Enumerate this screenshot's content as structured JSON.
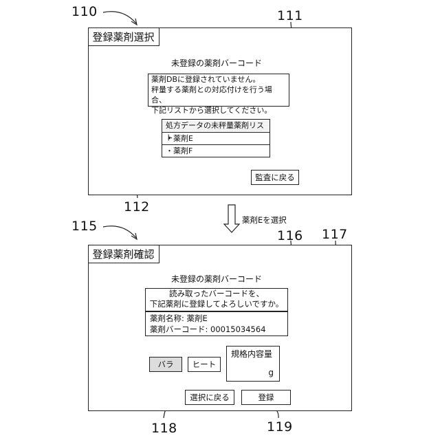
{
  "refs": {
    "r110": "110",
    "r111": "111",
    "r112": "112",
    "r115": "115",
    "r116": "116",
    "r117": "117",
    "r118": "118",
    "r119": "119"
  },
  "screen1": {
    "title": "登録薬剤選択",
    "heading": "未登録の薬剤バーコード",
    "message": [
      "薬剤DBに登録されていません。",
      "秤量する薬剤との対応付けを行う場合、",
      "下記リストから選択してください。"
    ],
    "list_header": "処方データの未秤量薬剤リスト",
    "list_items": [
      "・薬剤E",
      "・薬剤F"
    ],
    "back_button": "監査に戻る"
  },
  "transition": {
    "label": "薬剤Eを選択"
  },
  "screen2": {
    "title": "登録薬剤確認",
    "heading": "未登録の薬剤バーコード",
    "message": [
      "読み取ったバーコードを、",
      "下記薬剤に登録してよろしいですか。"
    ],
    "info": [
      "薬剤名称: 薬剤E",
      "薬剤バーコード: 00015034564"
    ],
    "bara_button": "バラ",
    "heat_button": "ヒート",
    "capacity_label": "規格内容量",
    "capacity_unit": "g",
    "back_button": "選択に戻る",
    "register_button": "登録"
  }
}
